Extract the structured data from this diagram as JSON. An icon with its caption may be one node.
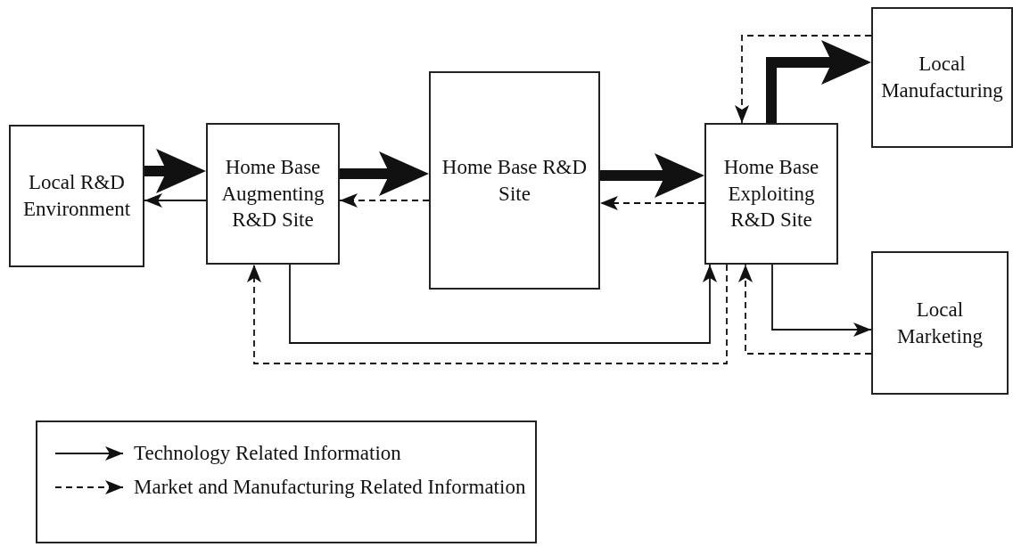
{
  "diagram": {
    "nodes": [
      {
        "text": [
          "Local R&D Environment"
        ]
      },
      {
        "text": [
          "Home Base Augmenting R&D Site"
        ]
      },
      {
        "text": [
          "Home Base R&D Site"
        ]
      },
      {
        "text": [
          "Home Base Exploiting R&D Site"
        ]
      },
      {
        "text": [
          "Local Manufacturing"
        ]
      },
      {
        "text": [
          "Local Marketing"
        ]
      }
    ],
    "edges": [
      {
        "from": 0,
        "to": 1,
        "arrow": "to",
        "style": "thick"
      },
      {
        "from": 1,
        "to": 0,
        "arrow": "to"
      },
      {
        "from": 1,
        "to": 2,
        "arrow": "to",
        "style": "thick"
      },
      {
        "from": 2,
        "to": 1,
        "arrow": "to",
        "style": "dashed"
      },
      {
        "from": 2,
        "to": 3,
        "arrow": "to",
        "style": "thick"
      },
      {
        "from": 3,
        "to": 2,
        "arrow": "to",
        "style": "dashed"
      },
      {
        "from": 3,
        "to": 4,
        "arrow": "to",
        "style": "thick"
      },
      {
        "from": 4,
        "to": 3,
        "arrow": "to",
        "style": "dashed"
      },
      {
        "from": 1,
        "to": 3,
        "arrow": "to"
      },
      {
        "from": 3,
        "to": 1,
        "arrow": "to",
        "style": "dashed"
      },
      {
        "from": 3,
        "to": 5,
        "arrow": "to"
      },
      {
        "from": 5,
        "to": 3,
        "arrow": "to",
        "style": "dashed"
      }
    ],
    "legend": [
      {
        "text": "Technology Related Information"
      },
      {
        "text": "Market and Manufacturing Related Information"
      }
    ]
  }
}
